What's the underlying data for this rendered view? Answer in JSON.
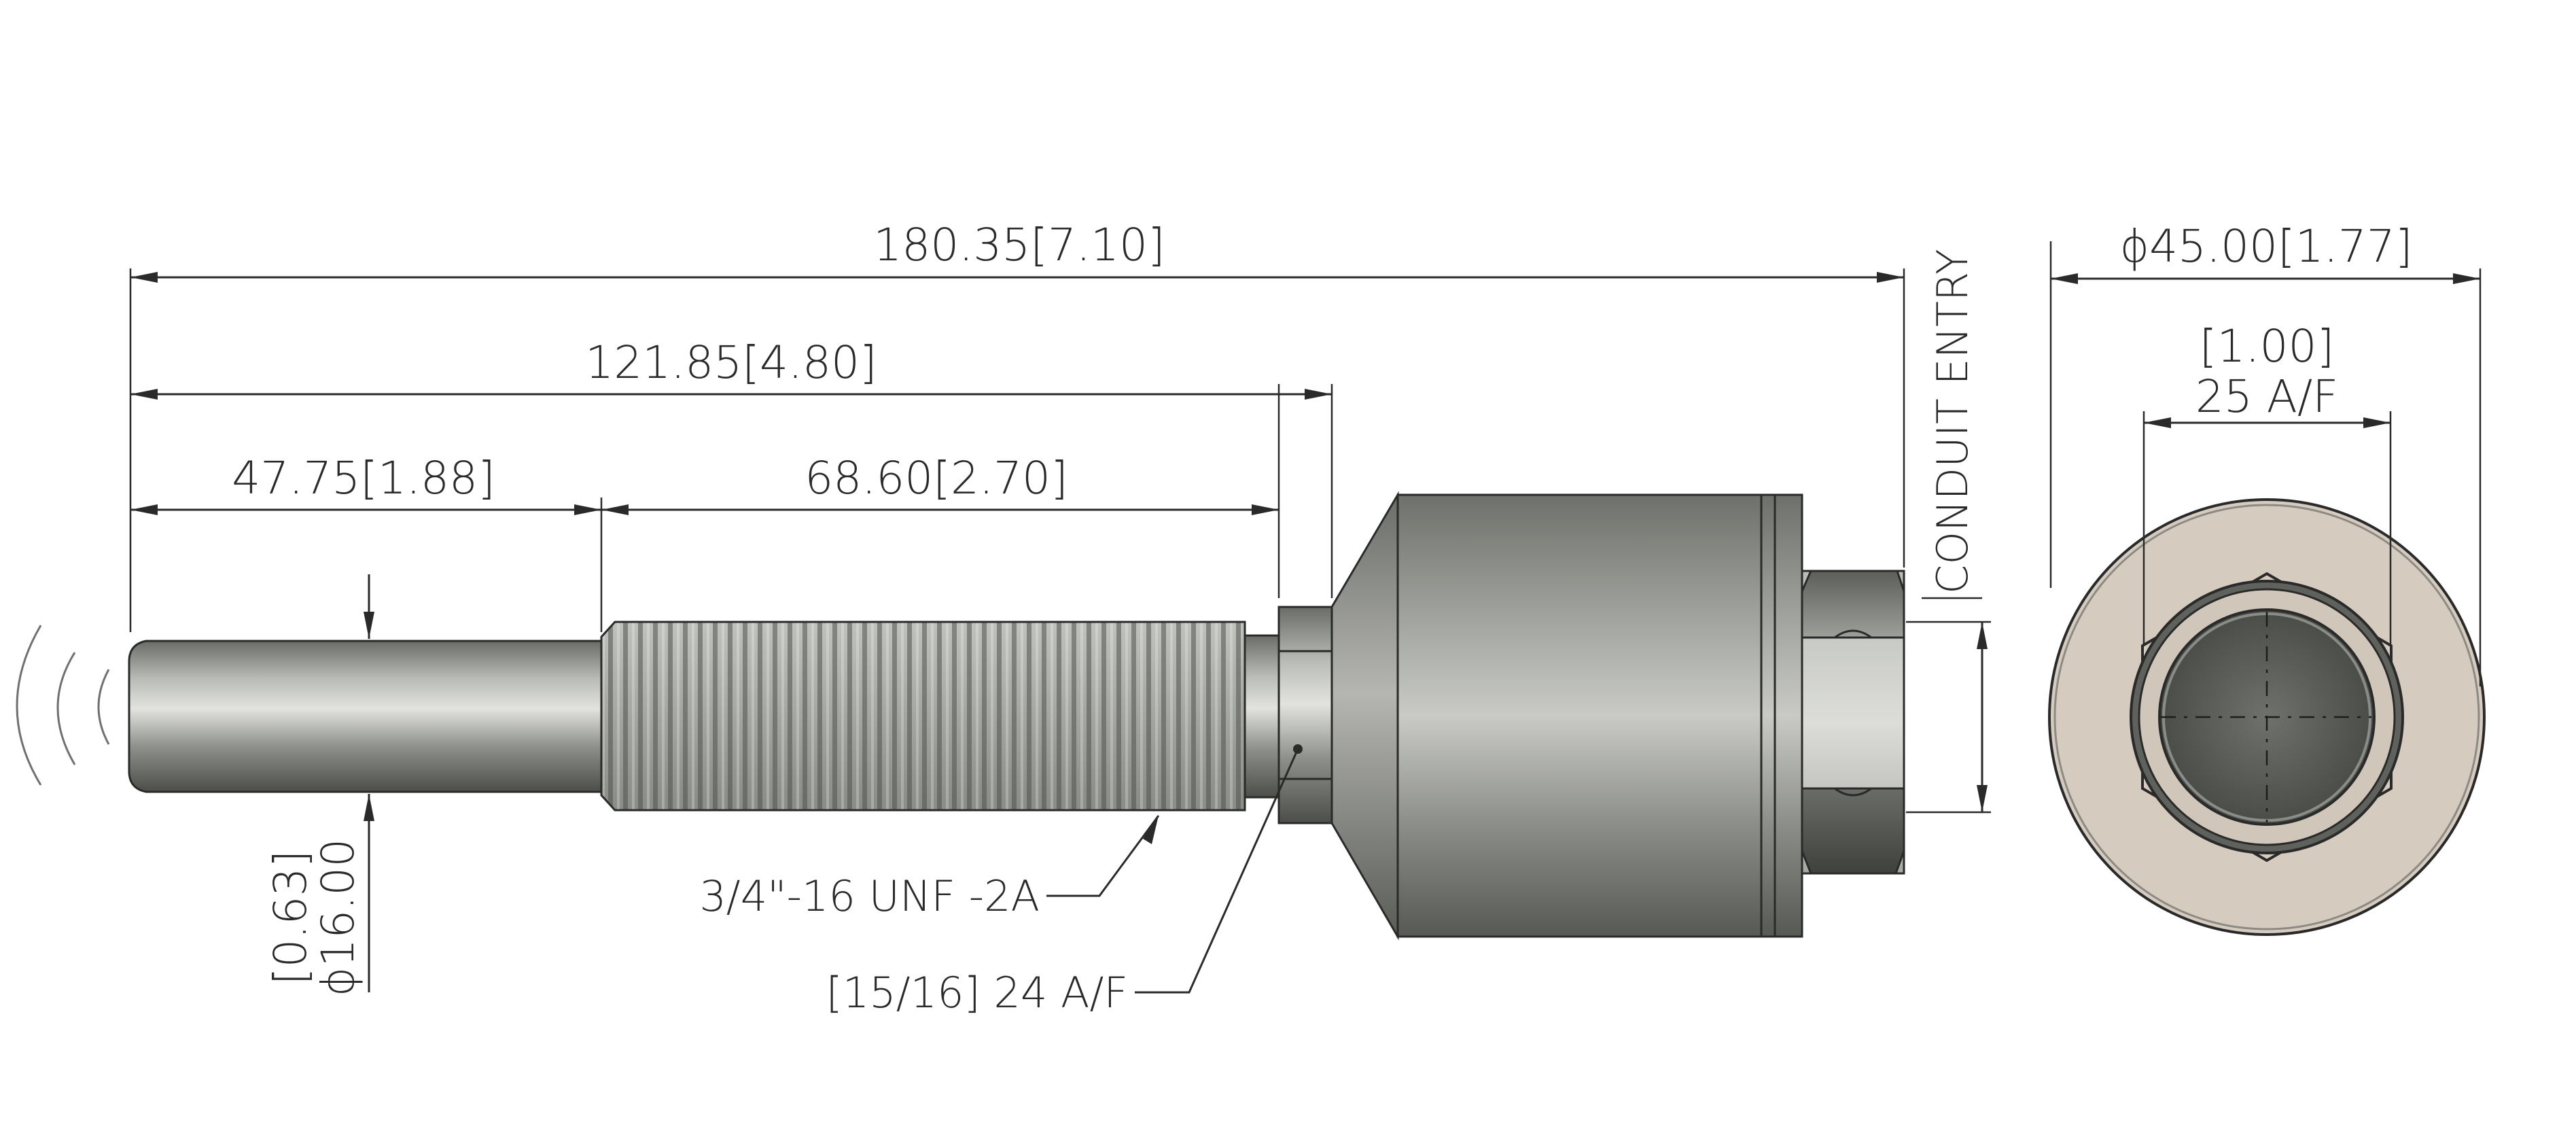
{
  "dimensions": {
    "overall_length": "180.35[7.10]",
    "to_hex_length": "121.85[4.80]",
    "shank_length": "47.75[1.88]",
    "thread_length": "68.60[2.70]",
    "shank_diameter_inch": "[0.63]",
    "shank_diameter_mm": "ϕ16.00",
    "body_diameter": "ϕ45.00[1.77]",
    "nut_af_inch": "[1.00]",
    "nut_af_mm": "25 A/F"
  },
  "callouts": {
    "thread_spec": "3/4\"-16 UNF -2A",
    "hex_af": "[15/16] 24 A/F",
    "conduit_entry": "CONDUIT ENTRY"
  },
  "colors": {
    "steel": "#9ea09b",
    "steel_dark": "#5e605c",
    "nut_face": "#d6cbbf",
    "bore": "#575955",
    "line": "#2a2a2a"
  }
}
